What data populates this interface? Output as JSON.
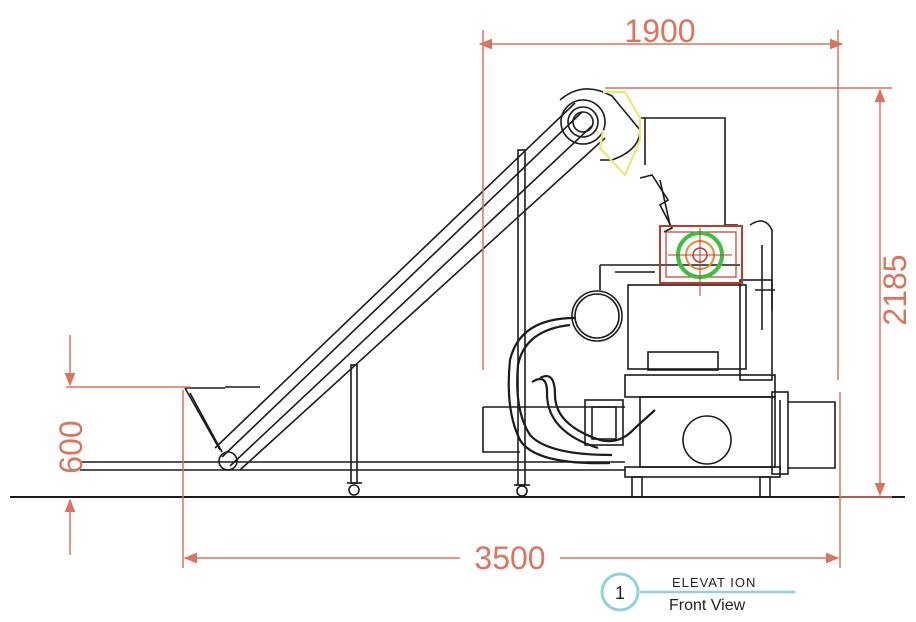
{
  "dimensions": {
    "top_width": "1900",
    "right_height": "2185",
    "left_height": "600",
    "bottom_width": "3500"
  },
  "title_tag": {
    "number": "1",
    "title": "ELEVAT ION",
    "subtitle": "Front View"
  },
  "colors": {
    "dimension": "#d9755f",
    "outline": "#1c1c1c",
    "highlight_yellow": "#e8e87a",
    "gear_red": "#c0392b",
    "gear_green": "#3fbf3f",
    "tag_circle": "#8fd3d8"
  }
}
